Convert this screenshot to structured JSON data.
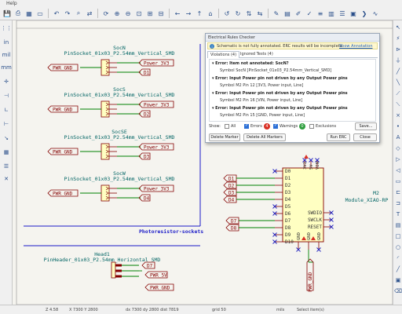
{
  "menubar": {
    "help": "Help"
  },
  "toolbar_icons": [
    "save-icon",
    "print-icon",
    "plot-icon",
    "page-settings-icon",
    "undo-icon",
    "redo-icon",
    "find-icon",
    "find-replace-icon",
    "refresh-icon",
    "zoom-in-icon",
    "zoom-out-icon",
    "zoom-fit-icon",
    "zoom-objects-icon",
    "zoom-selection-icon",
    "back-icon",
    "forward-icon",
    "up-icon",
    "hierarchy-icon",
    "rotate-ccw-icon",
    "rotate-cw-icon",
    "mirror-v-icon",
    "mirror-h-icon",
    "symbol-editor-icon",
    "symbol-browser-icon",
    "annotate-icon",
    "erc-icon",
    "netlist-icon",
    "footprint-assign-icon",
    "bom-icon",
    "pcb-icon",
    "scripting-icon",
    "sim-icon"
  ],
  "schematic": {
    "sockets": [
      {
        "ref": "SocN",
        "value": "PinSocket_01x03_P2.54mm_Vertical_SMD",
        "gnd": "PWR_GND",
        "power": "Power_3V3",
        "signal": "D1"
      },
      {
        "ref": "SocS",
        "value": "PinSocket_01x03_P2.54mm_Vertical_SMD",
        "gnd": "PWR_GND",
        "power": "Power_3V3",
        "signal": "D2"
      },
      {
        "ref": "SocSE",
        "value": "PinSocket_01x03_P2.54mm_Vertical_SMD",
        "gnd": "PWR_GND",
        "power": "Power_3V3",
        "signal": "D3"
      },
      {
        "ref": "SocW",
        "value": "PinSocket_01x03_P2.54mm_Vertical_SMD",
        "gnd": "PWR_GND",
        "power": "Power_3V3",
        "signal": "D4"
      }
    ],
    "section_label": "Photoresistor-sockets",
    "header": {
      "ref": "Head1",
      "value": "PinHeader_01x03_P2.54mm_Horizontal_SMD",
      "labels": [
        "D7",
        "PWR_5V",
        "PWR_GND"
      ]
    },
    "module": {
      "ref": "M2",
      "value": "Module_XIAO-RP",
      "left_pins": [
        "D0",
        "D1",
        "D2",
        "D3",
        "D4",
        "D5",
        "D6",
        "D7",
        "D8",
        "D9",
        "D10"
      ],
      "top_pins": [
        "3V3",
        "5V",
        "VIN"
      ],
      "right_pins": [
        "SWDIO",
        "SWCLK",
        "RESET"
      ],
      "bottom_pins": [
        "GND",
        "GND",
        "GND"
      ],
      "in_labels": [
        "D1",
        "D2",
        "D3",
        "D4",
        "D7",
        "D8"
      ],
      "gnd_label": "PWR_GND"
    }
  },
  "erc_dialog": {
    "title": "Electrical Rules Checker",
    "info": "Schematic is not fully annotated. ERC results will be incomplete.",
    "info_link": "Show Annotation",
    "tabs": [
      "Violations (4)",
      "Ignored Tests (4)"
    ],
    "violations": [
      {
        "heading": "Error: Item not annotated: SocN?",
        "detail": "Symbol SocN [PinSocket_01x03_P2.54mm_Vertical_SMD]"
      },
      {
        "heading": "Error: Input Power pin not driven by any Output Power pins",
        "detail": "Symbol M2 Pin 12 [3V3, Power input, Line]"
      },
      {
        "heading": "Error: Input Power pin not driven by any Output Power pins",
        "detail": "Symbol M2 Pin 16 [VIN, Power input, Line]"
      },
      {
        "heading": "Error: Input Power pin not driven by any Output Power pins",
        "detail": "Symbol M2 Pin 15 [GND, Power input, Line]"
      }
    ],
    "show": {
      "label": "Show:",
      "all": "All",
      "errors": "Errors",
      "errors_count": "4",
      "warnings": "Warnings",
      "warnings_count": "0",
      "exclusions": "Exclusions",
      "save": "Save..."
    },
    "buttons": {
      "delete_marker": "Delete Marker",
      "delete_all": "Delete All Markers",
      "run": "Run ERC",
      "close": "Close"
    },
    "colors": {
      "errors_badge": "#d93025",
      "warnings_badge": "#2e9e3e"
    }
  },
  "statusbar": {
    "zoom": "Z 4.58",
    "xy": "X 7300  Y 2800",
    "dxy": "dx 7300  dy 2800  dist 7819",
    "grid": "grid 50",
    "units": "mils",
    "mode": "Select item(s)"
  },
  "colors": {
    "wire": "#008000",
    "symbol_outline": "#840000",
    "symbol_fill": "#ffffc2",
    "pin": "#840000",
    "text": "#006464",
    "label": "#840000",
    "noconnect": "#2020c0",
    "sheet_border": "#4848b0",
    "section_line": "#1a1ac8"
  }
}
